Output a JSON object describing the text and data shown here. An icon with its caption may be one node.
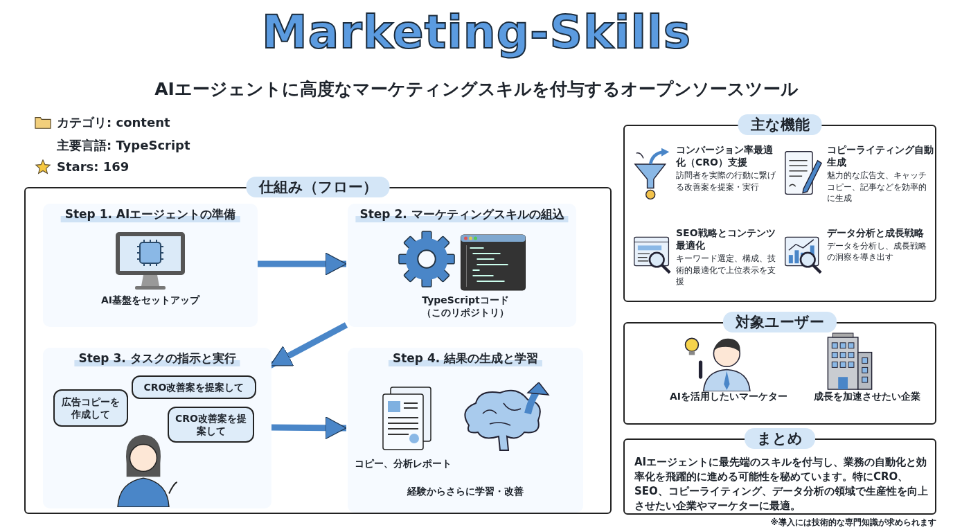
{
  "diagram": {
    "title": "Marketing-Skills",
    "nodes": [
      {
        "text": [
          "仕組み（フロー）"
        ]
      },
      {
        "text": [
          "Step 1. AIエージェントの準備",
          "AI基盤をセットアップ"
        ],
        "in": 0
      },
      {
        "text": [
          "Step 2. マーケティングスキルの組込",
          "TypeScriptコード（このリポジトリ）"
        ],
        "in": 0
      },
      {
        "text": [
          "Step 3. タスクの指示と実行"
        ],
        "in": 0
      },
      {
        "text": [
          "広告コピーを作成して"
        ],
        "in": 3
      },
      {
        "text": [
          "CRO改善案を提案して"
        ],
        "in": 3
      },
      {
        "text": [
          "CRO改善案を提案して"
        ],
        "in": 3
      },
      {
        "text": [
          "Step 4. 結果の生成と学習",
          "コピー、分析レポート",
          "経験からさらに学習・改善"
        ],
        "in": 0
      },
      {
        "text": [
          "主な機能"
        ]
      },
      {
        "text": [
          "コンバージョン率最適化（CRO）支援",
          "訪問者を実際の行動に繋げる改善案を提案・実行"
        ],
        "in": 8
      },
      {
        "text": [
          "コピーライティング自動生成",
          "魅力的な広告文、キャッチコピー、記事などを効率的に生成"
        ],
        "in": 8
      },
      {
        "text": [
          "SEO戦略とコンテンツ最適化",
          "キーワード選定、構成、技術的最適化で上位表示を支援"
        ],
        "in": 8
      },
      {
        "text": [
          "データ分析と成長戦略",
          "データを分析し、成長戦略の洞察を導き出す"
        ],
        "in": 8
      },
      {
        "text": [
          "対象ユーザー",
          "AIを活用したいマーケター",
          "成長を加速させたい企業"
        ]
      },
      {
        "text": [
          "まとめ",
          "AIエージェントに最先端のスキルを付与し、業務の自動化と効率化を飛躍的に進める可能性を秘めています。特にCRO、SEO、コピーライティング、データ分析の領域で生産性を向上させたい企業やマーケターに最適。"
        ]
      }
    ],
    "edges": [
      {
        "from": 1,
        "to": 2,
        "arrow": "to"
      },
      {
        "from": 2,
        "to": 3,
        "arrow": "to"
      },
      {
        "from": 3,
        "to": 7,
        "arrow": "to"
      }
    ],
    "labels": [
      "AIエージェントに高度なマーケティングスキルを付与するオープンソースツール",
      "カテゴリ: content",
      "主要言語: TypeScript",
      "Stars: 169",
      "※導入には技術的な専門知識が求められます"
    ]
  }
}
